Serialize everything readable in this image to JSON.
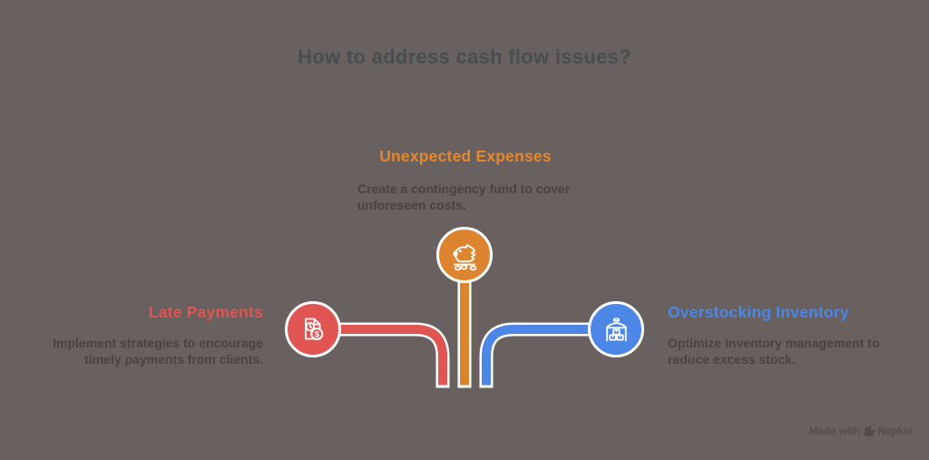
{
  "title": {
    "text": "How to address cash flow issues?",
    "color": "#464E51"
  },
  "background_color": "#696060",
  "sections": {
    "late_payments": {
      "heading": "Late Payments",
      "description": "Implement strategies to encourage timely payments from clients.",
      "accent_color": "#E05452",
      "icon": "invoice-clock-dollar-icon"
    },
    "unexpected_expenses": {
      "heading": "Unexpected Expenses",
      "description": "Create a contingency fund to cover unforeseen costs.",
      "accent_color": "#DD8430",
      "icon": "broken-piggy-bank-icon"
    },
    "overstocking_inventory": {
      "heading": "Overstocking Inventory",
      "description": "Optimize inventory management to reduce excess stock.",
      "accent_color": "#4C87E8",
      "icon": "warehouse-boxes-icon"
    }
  },
  "watermark": {
    "prefix": "Made with",
    "brand": "Napkin"
  }
}
